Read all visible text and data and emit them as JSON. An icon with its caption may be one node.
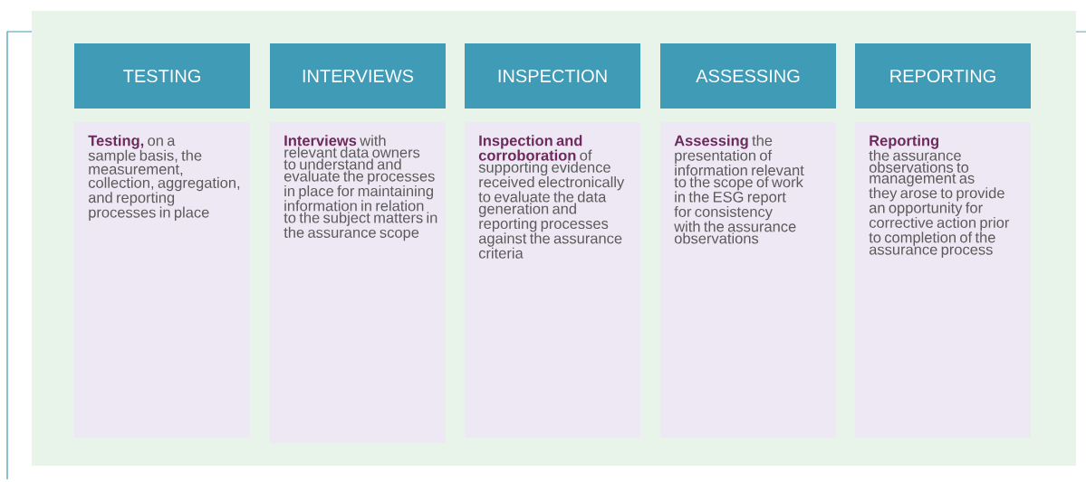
{
  "diagram": {
    "nodes": [
      {
        "text": [
          "TESTING"
        ]
      },
      {
        "text": [
          "INTERVIEWS"
        ]
      },
      {
        "text": [
          "INSPECTION"
        ]
      },
      {
        "text": [
          "ASSESSING"
        ]
      },
      {
        "text": [
          "REPORTING"
        ]
      },
      {
        "text": [
          "**Testing,** on a sample basis, the measurement, collection, aggregation, and reporting processes in place"
        ]
      },
      {
        "text": [
          "**Interviews** with relevant data owners to understand and evaluate the processes in place for maintaining information in relation to the subject matters in the assurance scope"
        ]
      },
      {
        "text": [
          "**Inspection and corroboration** of supporting evidence received electronically to evaluate the data generation and reporting processes against the assurance criteria"
        ]
      },
      {
        "text": [
          "**Assessing** the presentation of information relevant to the scope of work in the ESG report for consistency with the assurance observations"
        ]
      },
      {
        "text": [
          "**Reporting** the assurance observations to management as they arose to provide an opportunity for corrective action prior to completion of the assurance process"
        ]
      }
    ]
  }
}
